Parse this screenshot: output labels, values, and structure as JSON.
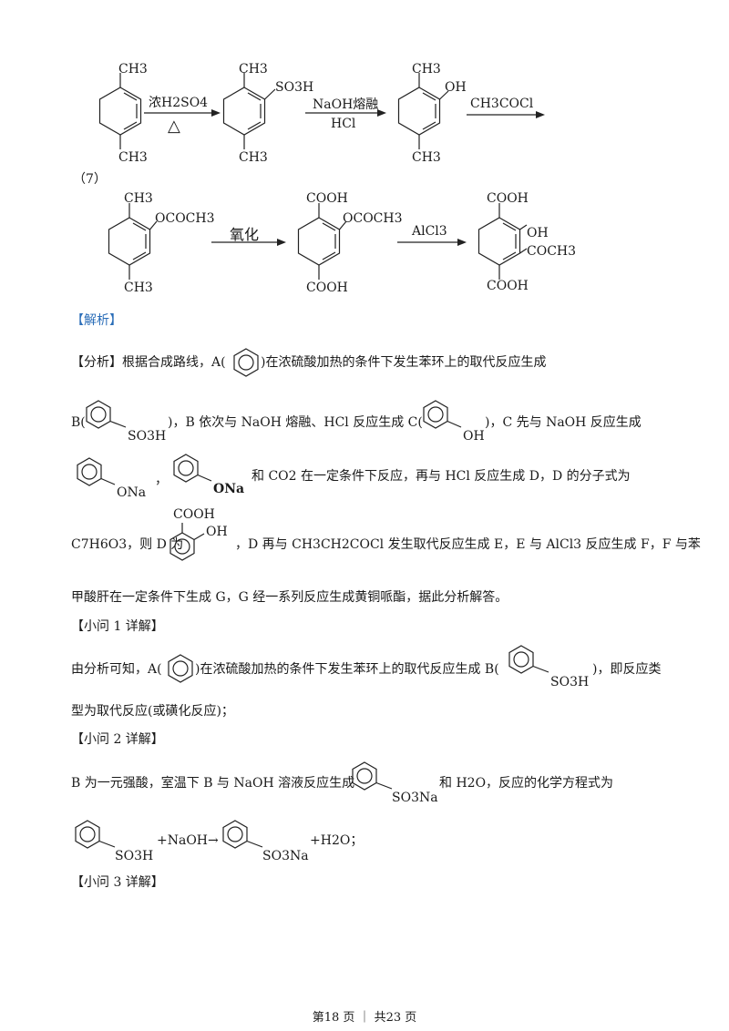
{
  "scheme1": {
    "m1_top": "CH3",
    "m1_bot": "CH3",
    "arrow1_top": "浓H2SO4",
    "arrow1_bot": "△",
    "m2_top": "CH3",
    "m2_sub": "SO3H",
    "m2_bot": "CH3",
    "arrow2_top": "NaOH熔融",
    "arrow2_bot": "HCl",
    "m3_top": "CH3",
    "m3_sub": "OH",
    "m3_bot": "CH3",
    "arrow3_top": "CH3COCl"
  },
  "q7_label": "（7）",
  "scheme2": {
    "m1_top": "CH3",
    "m1_sub": "OCOCH3",
    "m1_bot": "CH3",
    "arrow1_top": "氧化",
    "m2_top": "COOH",
    "m2_sub": "OCOCH3",
    "m2_bot": "COOH",
    "arrow2_top": "AlCl3",
    "m3_top": "COOH",
    "m3_oh": "OH",
    "m3_coch3": "COCH3",
    "m3_bot": "COOH"
  },
  "analysis_heading": "【解析】",
  "fenxi": {
    "l1a": "【分析】根据合成路线，A(",
    "l1b": ")在浓硫酸加热的条件下发生苯环上的取代反应生成",
    "l2a": "B(",
    "l2_b_sub": "SO3H",
    "l2b": ")，B 依次与 NaOH 熔融、HCl 反应生成 C(",
    "l2_c_sub": "OH",
    "l2c": ")，C 先与 NaOH 反应生成",
    "l3_na1": "ONa",
    "l3_comma": "，",
    "l3_na2": "ONa",
    "l3b": "和 CO2 在一定条件下反应，再与 HCl 反应生成 D，D 的分子式为",
    "l4a": "C7H6O3，则 D 为",
    "l4_cooh": "COOH",
    "l4_oh": "OH",
    "l4b": "，D 再与 CH3CH2COCl 发生取代反应生成 E，E 与 AlCl3 反应生成 F，F 与苯",
    "l5": "甲酸肝在一定条件下生成 G，G 经一系列反应生成黄铜哌酯，据此分析解答。"
  },
  "q1": {
    "heading": "【小问 1 详解】",
    "l1a": "由分析可知，A(",
    "l1b": ")在浓硫酸加热的条件下发生苯环上的取代反应生成 B(",
    "l1_sub": "SO3H",
    "l1c": ")，即反应类",
    "l2": "型为取代反应(或磺化反应)；"
  },
  "q2": {
    "heading": "【小问 2 详解】",
    "l1a": "B 为一元强酸，室温下 B 与 NaOH 溶液反应生成",
    "l1_sub": "SO3Na",
    "l1b": "和 H2O，反应的化学方程式为",
    "eq_sub1": "SO3H",
    "eq_mid": "+NaOH→",
    "eq_sub2": "SO3Na",
    "eq_end": "+H2O；"
  },
  "q3": {
    "heading": "【小问 3 详解】"
  },
  "footer": "第18 页 ｜ 共23 页"
}
